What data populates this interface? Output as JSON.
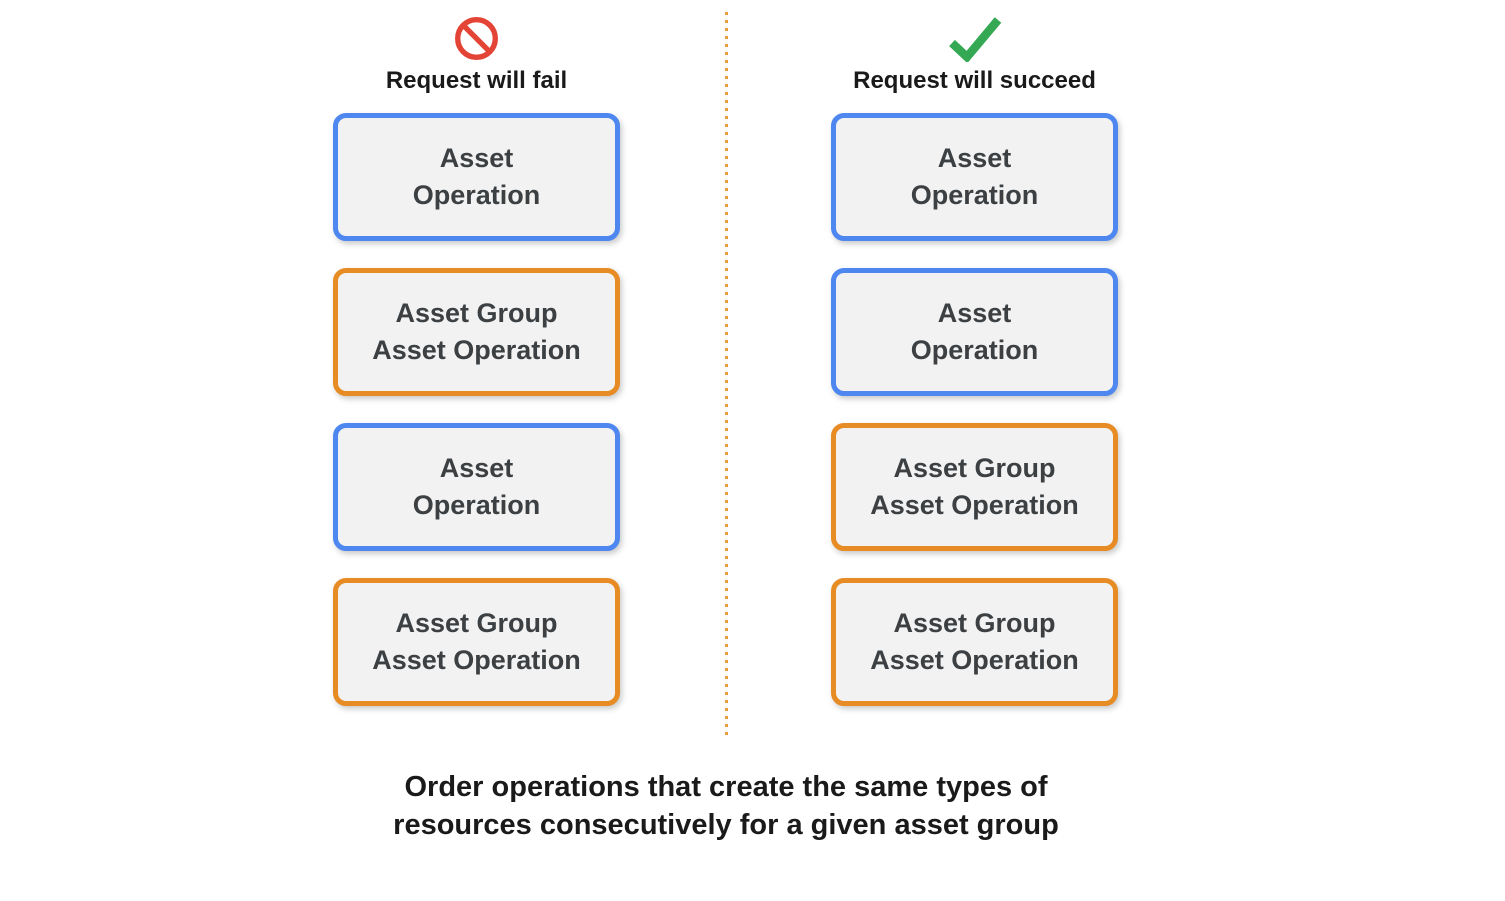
{
  "columns": [
    {
      "label": "Request will fail",
      "icon": "prohibition-icon",
      "boxes": [
        {
          "type": "asset-operation",
          "lines": [
            "Asset",
            "Operation"
          ]
        },
        {
          "type": "asset-group-asset-operation",
          "lines": [
            "Asset Group",
            "Asset Operation"
          ]
        },
        {
          "type": "asset-operation",
          "lines": [
            "Asset",
            "Operation"
          ]
        },
        {
          "type": "asset-group-asset-operation",
          "lines": [
            "Asset Group",
            "Asset Operation"
          ]
        }
      ]
    },
    {
      "label": "Request will succeed",
      "icon": "checkmark-icon",
      "boxes": [
        {
          "type": "asset-operation",
          "lines": [
            "Asset",
            "Operation"
          ]
        },
        {
          "type": "asset-operation",
          "lines": [
            "Asset",
            "Operation"
          ]
        },
        {
          "type": "asset-group-asset-operation",
          "lines": [
            "Asset Group",
            "Asset Operation"
          ]
        },
        {
          "type": "asset-group-asset-operation",
          "lines": [
            "Asset Group",
            "Asset Operation"
          ]
        }
      ]
    }
  ],
  "caption": {
    "lines": [
      "Order operations that create the same types of",
      "resources consecutively for a given asset group"
    ]
  },
  "colors": {
    "asset_operation_border": "#4d87ef",
    "asset_group_border": "#e78b24",
    "box_fill": "#f2f2f2",
    "box_text": "#3c4043",
    "fail_icon_red": "#e34436",
    "succeed_icon_green": "#34a853",
    "divider_orange": "#ea9c3f",
    "heading_text": "#1a1a1a"
  }
}
